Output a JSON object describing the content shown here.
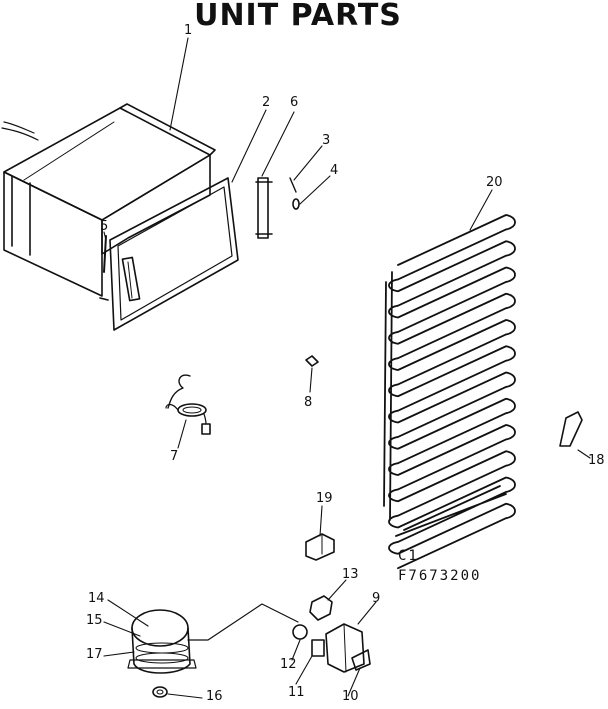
{
  "title": "UNIT PARTS",
  "model_code": "C1",
  "catalog_number": "F7673200",
  "callouts": [
    "1",
    "2",
    "3",
    "4",
    "5",
    "6",
    "7",
    "8",
    "9",
    "10",
    "11",
    "12",
    "13",
    "14",
    "15",
    "16",
    "17",
    "18",
    "19",
    "20"
  ]
}
